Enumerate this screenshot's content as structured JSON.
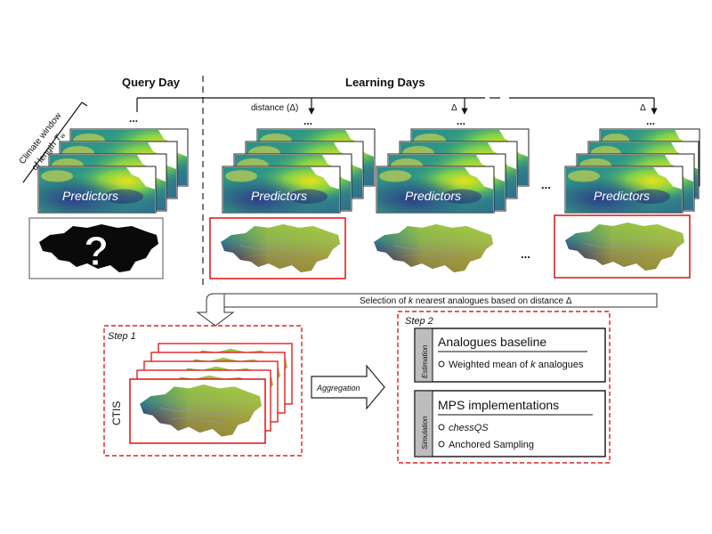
{
  "headings": {
    "query_day": "Query Day",
    "learning_days": "Learning Days"
  },
  "climate_window": {
    "line1": "Climate window",
    "line2_prefix": "of length ",
    "symbol_T": "T",
    "symbol_sub": "w"
  },
  "distance": {
    "first": "distance (Δ)",
    "delta": "Δ"
  },
  "ellipsis": "...",
  "question_mark": "?",
  "predictors_label": "Predictors",
  "selection": {
    "prefix": "Selection of ",
    "k": "k",
    "suffix": " nearest analogues based on distance Δ"
  },
  "step1": {
    "label": "Step 1",
    "ctis": "CTIS"
  },
  "aggregation": "Aggregation",
  "step2": {
    "label": "Step 2",
    "estimation": {
      "tag": "Estimation",
      "title": "Analogues baseline",
      "item_prefix": "Weighted mean of ",
      "item_k": "k",
      "item_suffix": " analogues"
    },
    "simulation": {
      "tag": "Simulation",
      "title": "MPS implementations",
      "items": [
        "chessQS",
        "Anchored Sampling"
      ]
    }
  },
  "colors": {
    "frame_red": "#e02020",
    "dark_purple": "#3b1f5e",
    "viridis_green": "#2a9d7a",
    "viridis_yellow": "#e8e020",
    "tag_gray": "#bdbdbd"
  }
}
